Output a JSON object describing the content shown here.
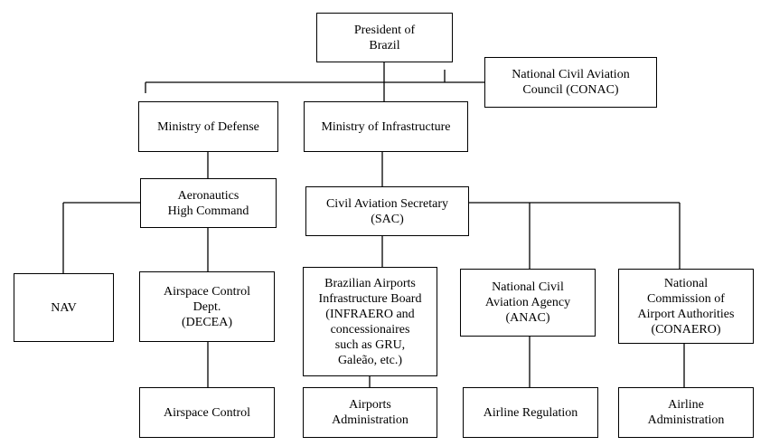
{
  "diagram": {
    "type": "organizational-chart",
    "nodes": {
      "president": "President of\nBrazil",
      "conac": "National Civil Aviation\nCouncil (CONAC)",
      "ministry_defense": "Ministry of Defense",
      "ministry_infrastructure": "Ministry of Infrastructure",
      "aeronautics_command": "Aeronautics\nHigh Command",
      "sac": "Civil Aviation Secretary\n(SAC)",
      "nav": "NAV",
      "decea": "Airspace Control\nDept.\n(DECEA)",
      "infraero": "Brazilian Airports\nInfrastructure Board\n(INFRAERO and\nconcessionaires\nsuch as GRU,\nGaleão, etc.)",
      "anac": "National Civil\nAviation Agency\n(ANAC)",
      "conaero": "National\nCommission of\nAirport Authorities\n(CONAERO)",
      "airspace_control": "Airspace Control",
      "airports_administration": "Airports\nAdministration",
      "airline_regulation": "Airline Regulation",
      "airline_administration": "Airline\nAdministration"
    },
    "edges": [
      [
        "president",
        "ministry_defense"
      ],
      [
        "president",
        "ministry_infrastructure"
      ],
      [
        "president",
        "conac"
      ],
      [
        "ministry_defense",
        "aeronautics_command"
      ],
      [
        "ministry_infrastructure",
        "sac"
      ],
      [
        "aeronautics_command",
        "nav"
      ],
      [
        "aeronautics_command",
        "decea"
      ],
      [
        "decea",
        "airspace_control"
      ],
      [
        "sac",
        "infraero"
      ],
      [
        "sac",
        "anac"
      ],
      [
        "sac",
        "conaero"
      ],
      [
        "infraero",
        "airports_administration"
      ],
      [
        "anac",
        "airline_regulation"
      ],
      [
        "conaero",
        "airline_administration"
      ]
    ]
  }
}
